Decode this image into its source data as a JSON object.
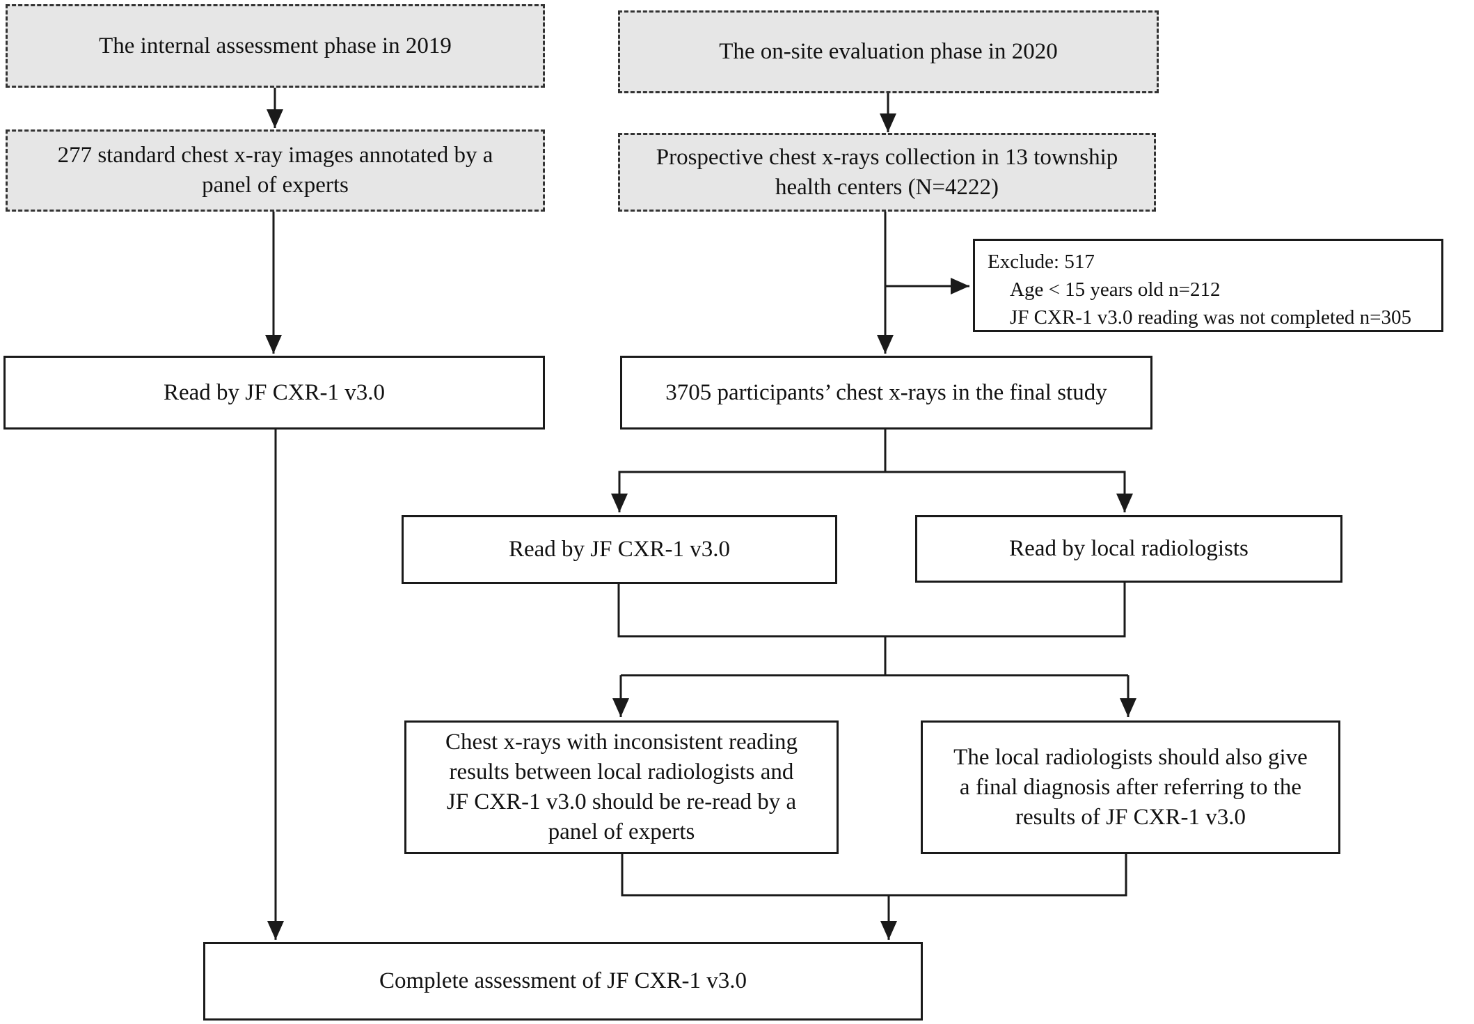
{
  "phases": {
    "internal": "The internal assessment phase in 2019",
    "onsite": "The on-site evaluation phase in 2020"
  },
  "left": {
    "images": [
      "277 standard chest x-ray images annotated by a",
      "panel of experts"
    ],
    "read": "Read by JF CXR-1 v3.0"
  },
  "right": {
    "collection": [
      "Prospective chest x-rays collection in 13 township",
      "health centers (N=4222)"
    ],
    "exclude": {
      "title": "Exclude: 517",
      "age": "Age < 15 years old n=212",
      "incomplete": "JF CXR-1 v3.0 reading was not completed n=305"
    },
    "final": "3705 participants’ chest x-rays in the final study",
    "read_ai": "Read by JF CXR-1 v3.0",
    "read_local": "Read by local radiologists",
    "inconsistent": [
      "Chest x-rays with inconsistent reading",
      "results between local radiologists and",
      "JF CXR-1 v3.0 should be re-read by a",
      "panel of experts"
    ],
    "final_dx": [
      "The local radiologists should also give",
      "a final diagnosis after referring to the",
      "results of JF CXR-1 v3.0"
    ]
  },
  "complete": "Complete assessment of JF CXR-1 v3.0",
  "colors": {
    "phase_fill": "#e6e6e6",
    "stroke": "#1a1a1a",
    "text": "#111111"
  }
}
